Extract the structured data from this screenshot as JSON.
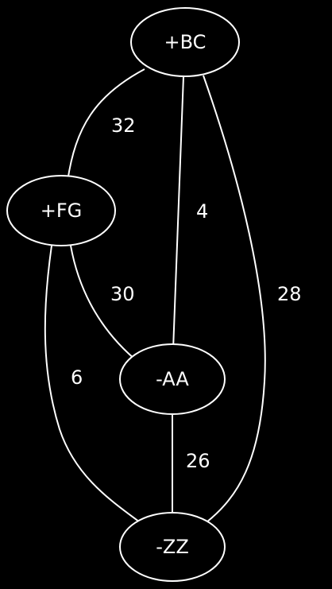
{
  "graph": {
    "nodes": [
      {
        "id": "bc",
        "label": "+BC"
      },
      {
        "id": "fg",
        "label": "+FG"
      },
      {
        "id": "aa",
        "label": "-AA"
      },
      {
        "id": "zz",
        "label": "-ZZ"
      }
    ],
    "edges": [
      {
        "id": "bc-fg",
        "from": "+BC",
        "to": "+FG",
        "weight": "32"
      },
      {
        "id": "bc-aa",
        "from": "+BC",
        "to": "-AA",
        "weight": "4"
      },
      {
        "id": "bc-zz",
        "from": "+BC",
        "to": "-ZZ",
        "weight": "28"
      },
      {
        "id": "fg-aa",
        "from": "+FG",
        "to": "-AA",
        "weight": "30"
      },
      {
        "id": "fg-zz",
        "from": "+FG",
        "to": "-ZZ",
        "weight": "6"
      },
      {
        "id": "aa-zz",
        "from": "-AA",
        "to": "-ZZ",
        "weight": "26"
      }
    ],
    "colors": {
      "background": "#000000",
      "stroke": "#ffffff",
      "text": "#ffffff"
    }
  }
}
